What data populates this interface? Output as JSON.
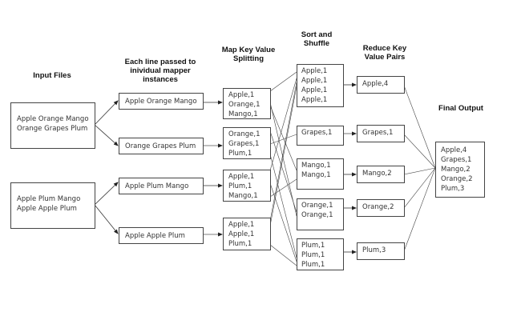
{
  "headers": {
    "input": "Input Files",
    "mapper": [
      "Each line passed to",
      "inividual mapper",
      "instances"
    ],
    "map": [
      "Map Key Value",
      "Splitting"
    ],
    "shuffle": [
      "Sort and",
      "Shuffle"
    ],
    "reduce": [
      "Reduce Key",
      "Value Pairs"
    ],
    "final": "Final Output"
  },
  "input_files": [
    {
      "lines": [
        "Apple Orange Mango",
        "Orange Grapes Plum"
      ]
    },
    {
      "lines": [
        "Apple Plum Mango",
        "Apple Apple Plum"
      ]
    }
  ],
  "mapper_lines": [
    "Apple Orange Mango",
    "Orange Grapes Plum",
    "Apple Plum Mango",
    "Apple Apple Plum"
  ],
  "map_outputs": [
    {
      "pairs": [
        "Apple,1",
        "Orange,1",
        "Mango,1"
      ]
    },
    {
      "pairs": [
        "Orange,1",
        "Grapes,1",
        "Plum,1"
      ]
    },
    {
      "pairs": [
        "Apple,1",
        "Plum,1",
        "Mango,1"
      ]
    },
    {
      "pairs": [
        "Apple,1",
        "Apple,1",
        "Plum,1"
      ]
    }
  ],
  "shuffle_groups": [
    {
      "key": "Apple",
      "pairs": [
        "Apple,1",
        "Apple,1",
        "Apple,1",
        "Apple,1"
      ]
    },
    {
      "key": "Grapes",
      "pairs": [
        "Grapes,1"
      ]
    },
    {
      "key": "Mango",
      "pairs": [
        "Mango,1",
        "Mango,1"
      ]
    },
    {
      "key": "Orange",
      "pairs": [
        "Orange,1",
        "Orange,1"
      ]
    },
    {
      "key": "Plum",
      "pairs": [
        "Plum,1",
        "Plum,1",
        "Plum,1"
      ]
    }
  ],
  "reduce_outputs": [
    "Apple,4",
    "Grapes,1",
    "Mango,2",
    "Orange,2",
    "Plum,3"
  ],
  "final_output": [
    "Apple,4",
    "Grapes,1",
    "Mango,2",
    "Orange,2",
    "Plum,3"
  ],
  "colors": {
    "line": "#333333",
    "box_border": "#444444",
    "text": "#333333",
    "header": "#111111"
  }
}
